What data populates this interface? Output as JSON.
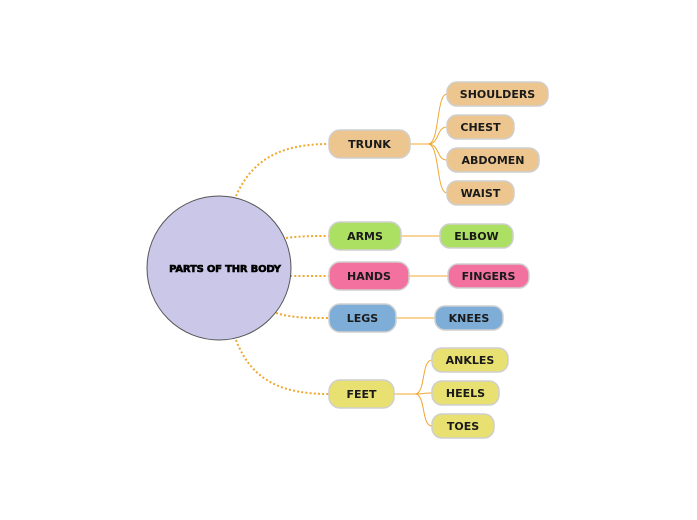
{
  "central_topic": "PARTS OF THR BODY",
  "colors": {
    "central_fill": "#cbc7e8",
    "connector": "#f0a830",
    "trunk": "#ecc68e",
    "arms": "#ace063",
    "hands": "#f2719e",
    "legs": "#7eaed8",
    "feet": "#e8e070",
    "node_border": "#cfcfcf"
  },
  "branches": [
    {
      "label": "TRUNK",
      "color_key": "trunk",
      "children": [
        "SHOULDERS",
        "CHEST",
        "ABDOMEN",
        "WAIST"
      ]
    },
    {
      "label": "ARMS",
      "color_key": "arms",
      "children": [
        "ELBOW"
      ]
    },
    {
      "label": "HANDS",
      "color_key": "hands",
      "children": [
        "FINGERS"
      ]
    },
    {
      "label": "LEGS",
      "color_key": "legs",
      "children": [
        "KNEES"
      ]
    },
    {
      "label": "FEET",
      "color_key": "feet",
      "children": [
        "ANKLES",
        "HEELS",
        "TOES"
      ]
    }
  ]
}
